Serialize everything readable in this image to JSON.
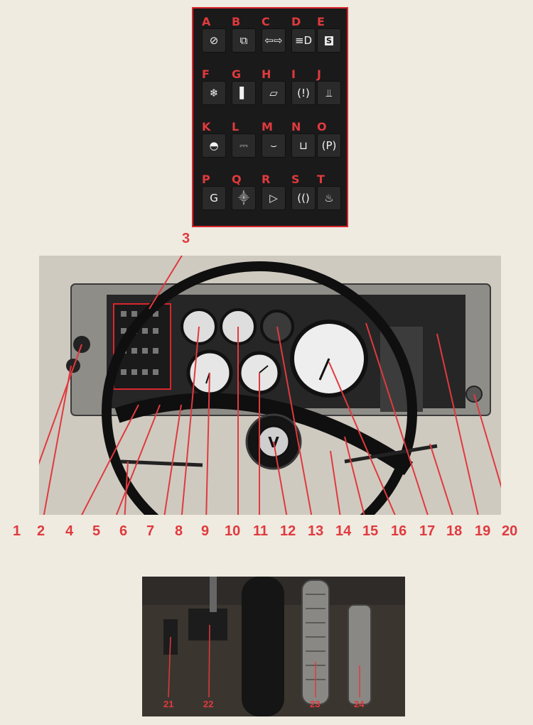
{
  "warning_panel": {
    "cells": [
      {
        "letter": "A",
        "icon": "speed-limiter-icon",
        "glyph": "⊘"
      },
      {
        "letter": "B",
        "icon": "seat-belt-icon",
        "glyph": "⧉"
      },
      {
        "letter": "C",
        "icon": "turn-signal-icon",
        "glyph": "⇦⇨"
      },
      {
        "letter": "D",
        "icon": "headlight-icon",
        "glyph": "≡D"
      },
      {
        "letter": "E",
        "icon": "stop-sign-icon",
        "glyph": "S"
      },
      {
        "letter": "F",
        "icon": "heater-fan-icon",
        "glyph": "❄"
      },
      {
        "letter": "G",
        "icon": "door-open-icon",
        "glyph": "▌"
      },
      {
        "letter": "H",
        "icon": "window-icon",
        "glyph": "▱"
      },
      {
        "letter": "I",
        "icon": "brake-warning-icon",
        "glyph": "(!)"
      },
      {
        "letter": "J",
        "icon": "coolant-temp-icon",
        "glyph": "⫫"
      },
      {
        "letter": "K",
        "icon": "fuel-water-icon",
        "glyph": "◓"
      },
      {
        "letter": "L",
        "icon": "battery-icon",
        "glyph": "⎓"
      },
      {
        "letter": "M",
        "icon": "oil-pressure-icon",
        "glyph": "⌣"
      },
      {
        "letter": "N",
        "icon": "coolant-level-icon",
        "glyph": "⊔"
      },
      {
        "letter": "O",
        "icon": "parking-brake-icon",
        "glyph": "(P)"
      },
      {
        "letter": "P",
        "icon": "preheat-icon",
        "glyph": "G"
      },
      {
        "letter": "Q",
        "icon": "fog-light-icon",
        "glyph": "⸎"
      },
      {
        "letter": "R",
        "icon": "horn-icon",
        "glyph": "▷"
      },
      {
        "letter": "S",
        "icon": "brake-pad-icon",
        "glyph": "(()"
      },
      {
        "letter": "T",
        "icon": "exhaust-temp-icon",
        "glyph": "♨"
      }
    ]
  },
  "dashboard": {
    "callouts": [
      "1",
      "2",
      "3",
      "4",
      "5",
      "6",
      "7",
      "8",
      "9",
      "10",
      "11",
      "12",
      "13",
      "14",
      "15",
      "16",
      "17",
      "18",
      "19",
      "20"
    ]
  },
  "pedals": {
    "labels": [
      "21",
      "22",
      "23",
      "24"
    ]
  }
}
